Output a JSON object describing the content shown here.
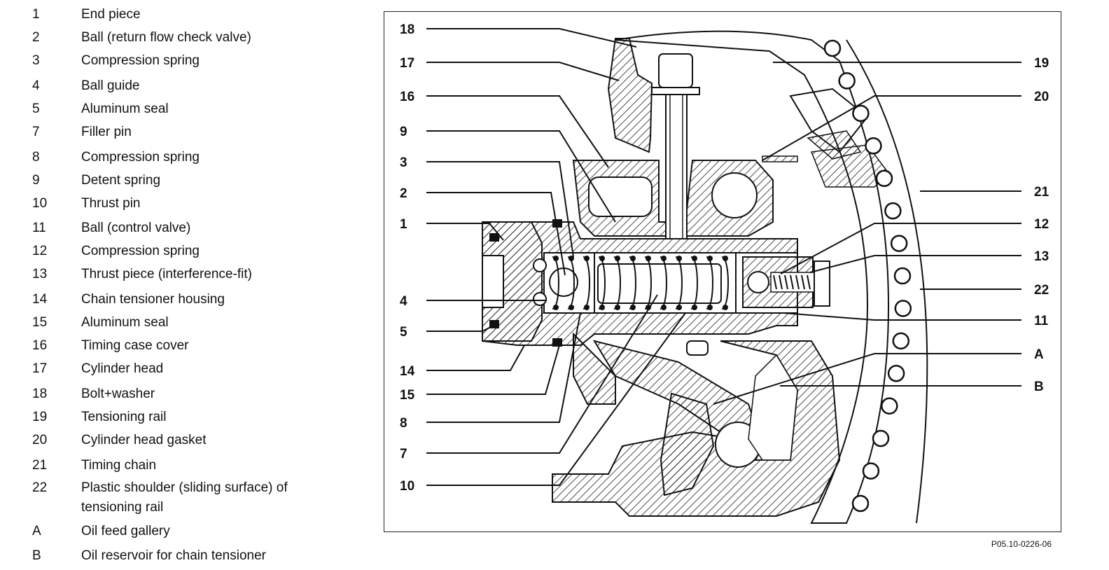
{
  "legend": [
    {
      "key": "1",
      "text": "End piece"
    },
    {
      "key": "2",
      "text": "Ball (return flow check valve)"
    },
    {
      "key": "3",
      "text": "Compression spring"
    },
    {
      "key": "4",
      "text": "Ball guide"
    },
    {
      "key": "5",
      "text": "Aluminum seal"
    },
    {
      "key": "7",
      "text": "Filler pin"
    },
    {
      "key": "8",
      "text": "Compression spring"
    },
    {
      "key": "9",
      "text": "Detent spring"
    },
    {
      "key": "10",
      "text": "Thrust pin"
    },
    {
      "key": "11",
      "text": "Ball (control valve)"
    },
    {
      "key": "12",
      "text": "Compression spring"
    },
    {
      "key": "13",
      "text": "Thrust piece (interference-fit)"
    },
    {
      "key": "14",
      "text": "Chain tensioner housing"
    },
    {
      "key": "15",
      "text": "Aluminum seal"
    },
    {
      "key": "16",
      "text": "Timing case cover"
    },
    {
      "key": "17",
      "text": "Cylinder head"
    },
    {
      "key": "18",
      "text": "Bolt+washer"
    },
    {
      "key": "19",
      "text": "Tensioning rail"
    },
    {
      "key": "20",
      "text": "Cylinder head gasket"
    },
    {
      "key": "21",
      "text": "Timing chain"
    },
    {
      "key": "22",
      "text": "Plastic shoulder (sliding surface) of",
      "text2": "tensioning rail"
    },
    {
      "key": "A",
      "text": "Oil feed gallery"
    },
    {
      "key": "B",
      "text": "Oil reservoir for chain tensioner"
    }
  ],
  "callouts": {
    "left": [
      "18",
      "17",
      "16",
      "9",
      "3",
      "2",
      "1",
      "4",
      "5",
      "14",
      "15",
      "8",
      "7",
      "10"
    ],
    "right": [
      "19",
      "20",
      "21",
      "12",
      "13",
      "22",
      "11",
      "A",
      "B"
    ]
  },
  "reference_code": "P05.10-0226-06"
}
